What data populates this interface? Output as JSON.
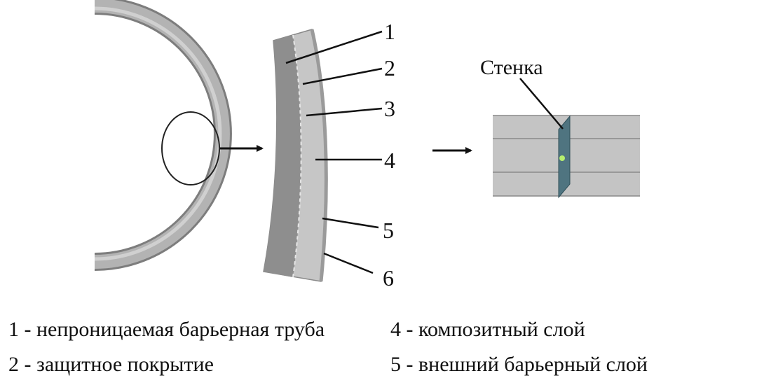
{
  "callouts": [
    {
      "number": "1"
    },
    {
      "number": "2"
    },
    {
      "number": "3"
    },
    {
      "number": "4"
    },
    {
      "number": "5"
    },
    {
      "number": "6"
    }
  ],
  "wall_label": "Стенка",
  "legend": [
    {
      "text": "1 - непроницаемая барьерная труба"
    },
    {
      "text": "2 - защитное покрытие"
    },
    {
      "text": "4 - композитный слой"
    },
    {
      "text": "5 - внешний барьерный слой"
    }
  ],
  "colors": {
    "ring": "#a9a9a9",
    "ring_edge": "#7d7d7d",
    "inner_layer": "#8e8e8e",
    "composite_layer": "#c6c6c6",
    "outer_layer": "#bdbdbd",
    "pipe_section": "#c4c4c4",
    "wall": "#4f7480",
    "wall_dot": "#b6ef6e",
    "ink": "#111111"
  }
}
